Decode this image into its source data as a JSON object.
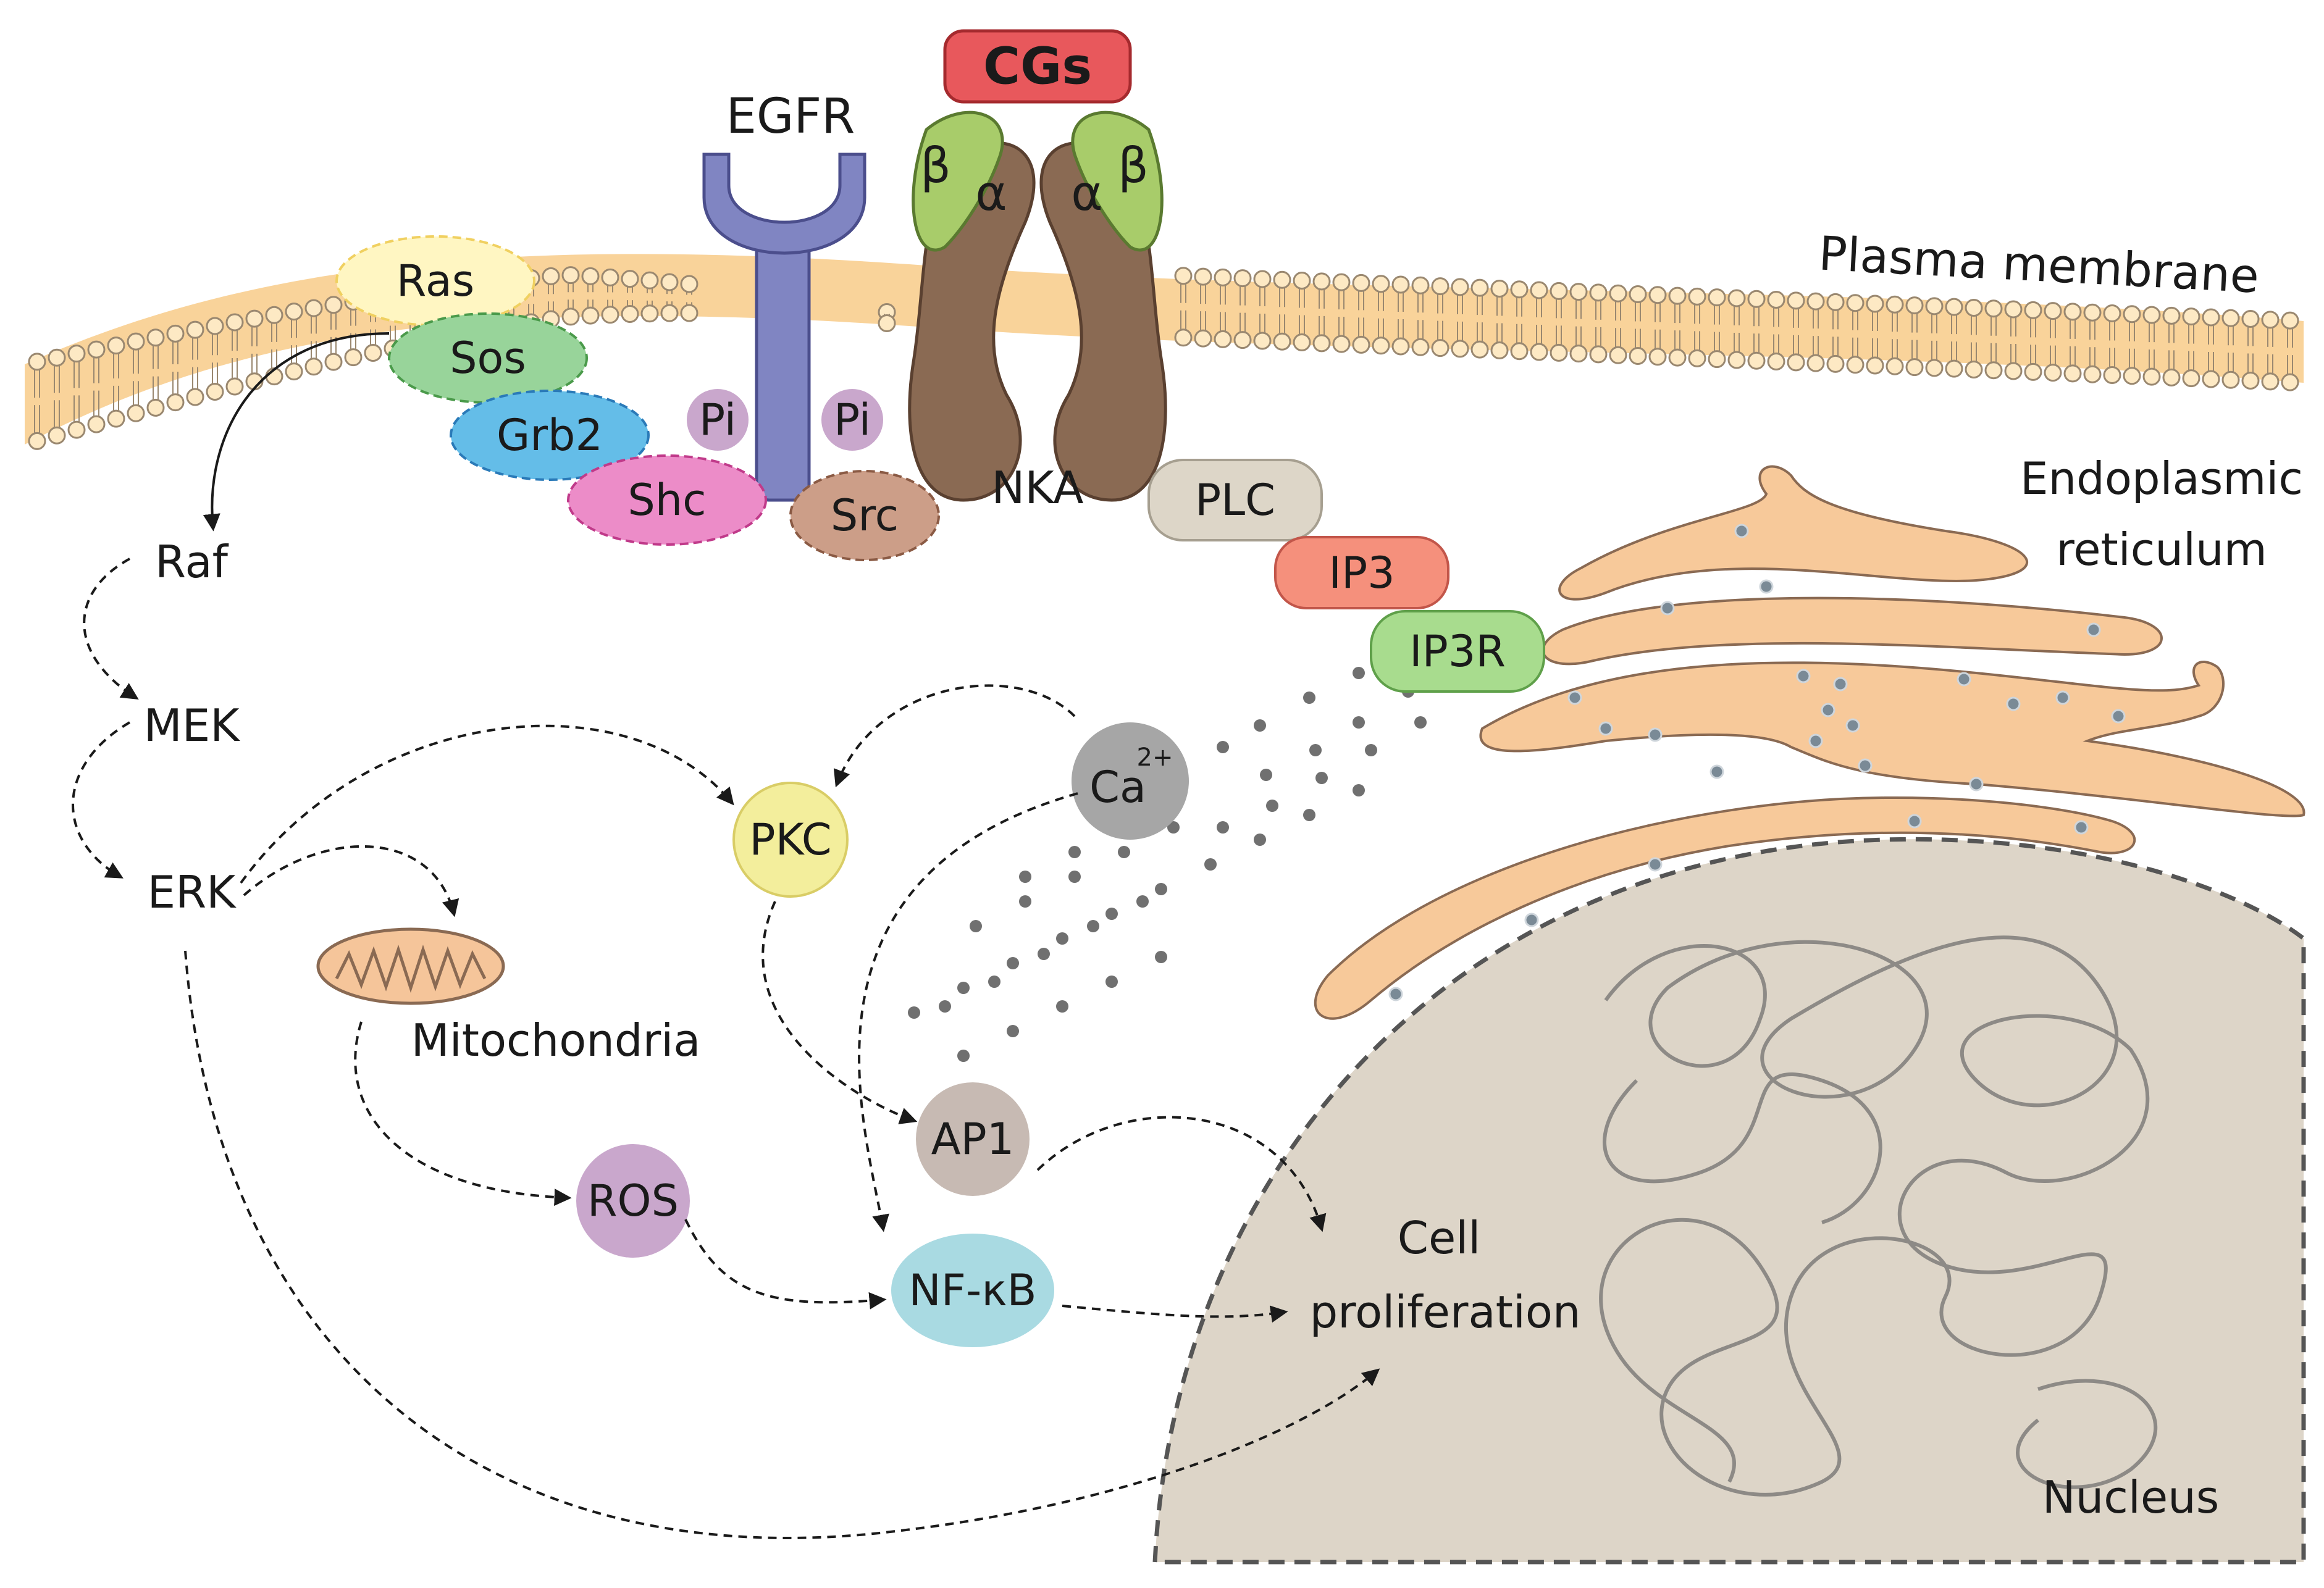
{
  "membrane_label": "Plasma membrane",
  "er_label_line1": "Endoplasmic",
  "er_label_line2": "reticulum",
  "nucleus_label": "Nucleus",
  "mito_label": "Mitochondria",
  "cell_prolif_line1": "Cell",
  "cell_prolif_line2": "proliferation",
  "egfr_label": "EGFR",
  "nka_label": "NKA",
  "cgs_label": "CGs",
  "alpha": "α",
  "beta": "β",
  "pi_label": "Pi",
  "nodes": {
    "ras": "Ras",
    "sos": "Sos",
    "grb2": "Grb2",
    "shc": "Shc",
    "src": "Src",
    "plc": "PLC",
    "ip3": "IP3",
    "ip3r": "IP3R",
    "ca": "Ca",
    "ca_sup": "2+",
    "pkc": "PKC",
    "ap1": "AP1",
    "ros": "ROS",
    "nfkb": "NF-κB"
  },
  "cascade": {
    "raf": "Raf",
    "mek": "MEK",
    "erk": "ERK"
  },
  "colors": {
    "membrane": "#f9d39a",
    "egfr": "#8085c2",
    "nka": "#8a6a53",
    "beta": "#a8cc6a",
    "cgs": "#e8585c",
    "nucleus": "#ddd5c8",
    "er": "#f7c99a"
  }
}
